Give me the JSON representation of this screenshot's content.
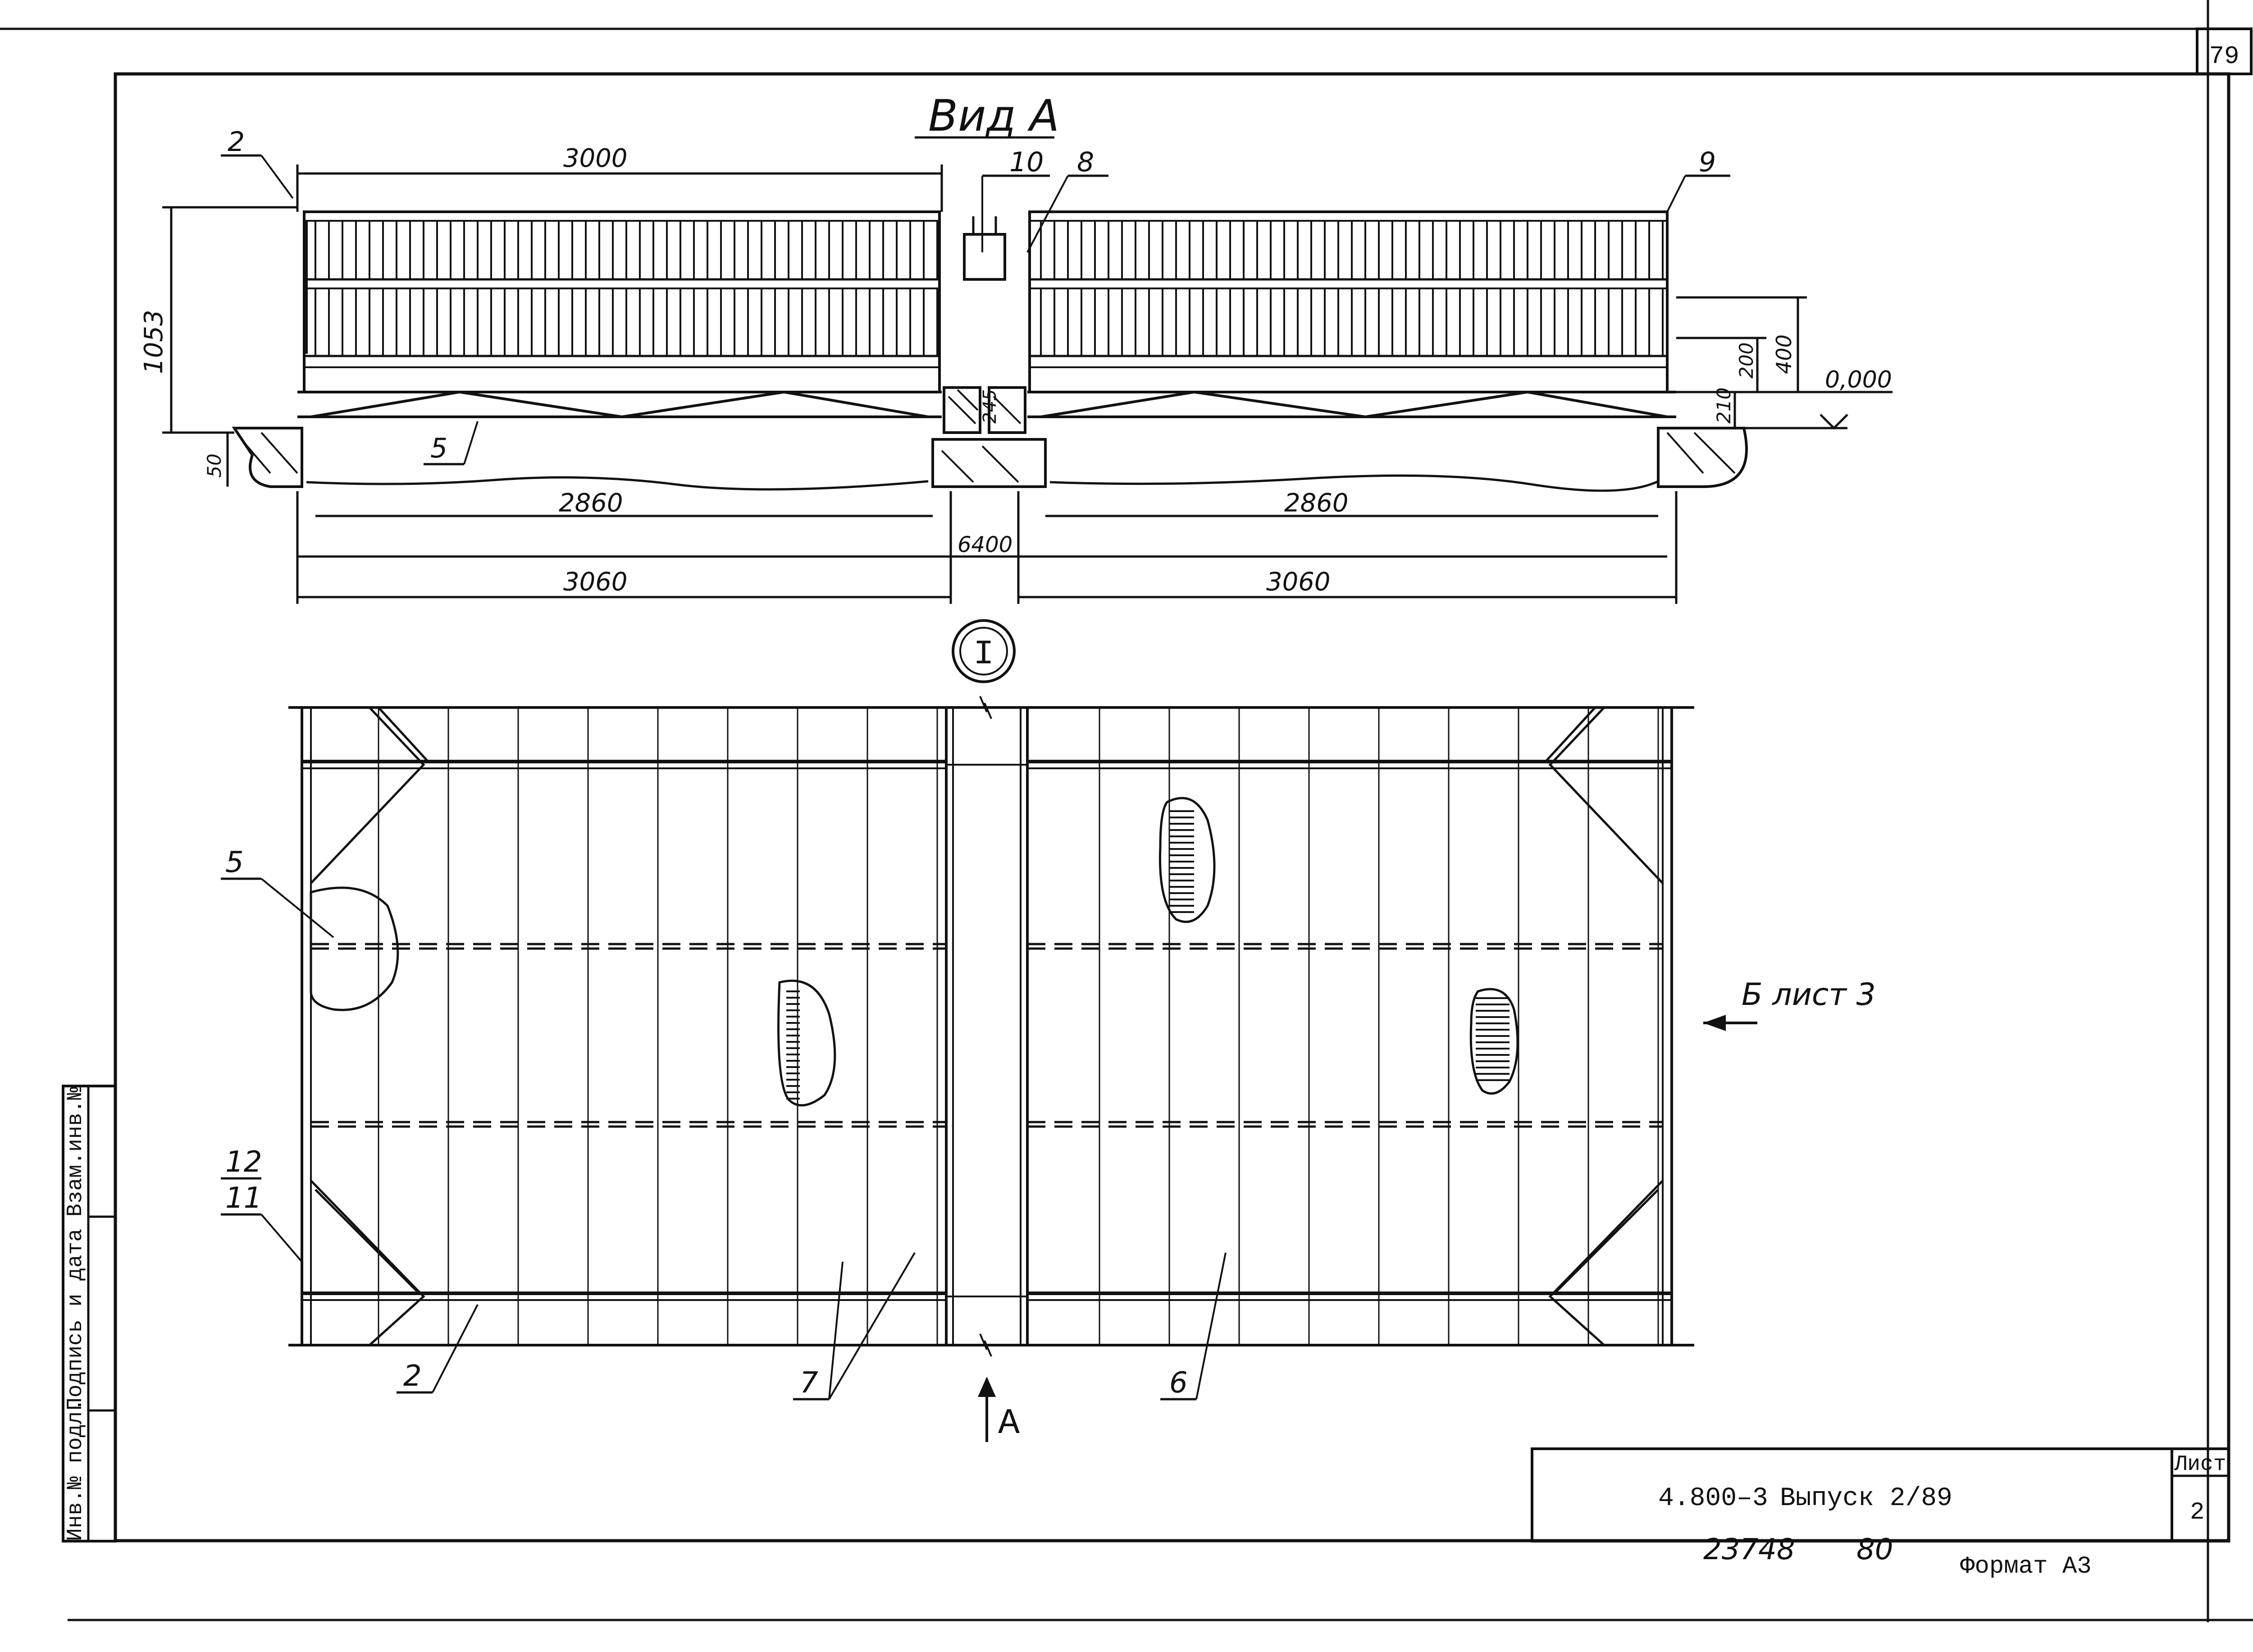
{
  "sheet": {
    "page_number": "79",
    "view_title": "Вид А",
    "section_marker": "I",
    "view_arrow_label": "А",
    "reference_label": "Б лист 3"
  },
  "elevation": {
    "dimensions": {
      "top_span": "3000",
      "height": "1053",
      "inner_left": "2860",
      "inner_right": "2860",
      "overall": "6400",
      "span_left": "3060",
      "span_right": "3060",
      "rail_400": "400",
      "rail_200": "200",
      "rail_210": "210",
      "support_50": "50",
      "support_245": "245",
      "level": "0,000"
    },
    "callouts": [
      "2",
      "10",
      "8",
      "9",
      "5"
    ]
  },
  "plan": {
    "callouts": [
      "5",
      "12",
      "11",
      "2",
      "7",
      "6"
    ]
  },
  "stamp_side": {
    "col1": "Инв.№ подл.",
    "col2": "Подпись и дата",
    "col3": "Взам.инв.№"
  },
  "title_block": {
    "code": "4.800–3",
    "issue": "Выпуск 2/89",
    "sheet_label": "Лист",
    "sheet_number": "2",
    "archive_no": "23748",
    "archive_page": "80",
    "format": "Формат А3"
  },
  "colors": {
    "ink": "#111111",
    "paper": "#ffffff"
  }
}
